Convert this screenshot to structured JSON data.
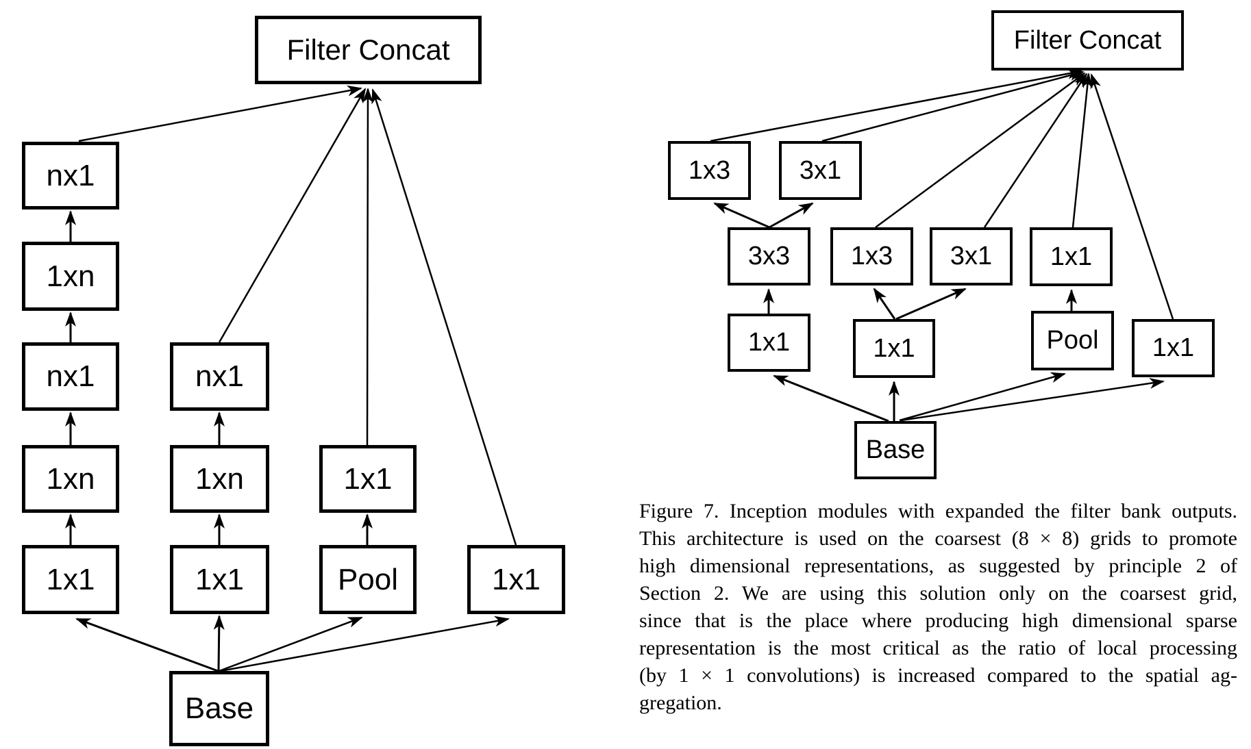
{
  "figure": {
    "left_diagram": {
      "filter_concat": "Filter Concat",
      "col1": [
        "nx1",
        "1xn",
        "nx1",
        "1xn",
        "1x1"
      ],
      "col2": [
        "nx1",
        "1xn",
        "1x1"
      ],
      "col3": [
        "1x1",
        "Pool"
      ],
      "col4": [
        "1x1"
      ],
      "base": "Base"
    },
    "right_diagram": {
      "filter_concat": "Filter Concat",
      "row_top": [
        "1x3",
        "3x1"
      ],
      "row_mid": [
        "3x3",
        "1x3",
        "3x1",
        "1x1"
      ],
      "row_lower": [
        "1x1",
        "1x1",
        "Pool",
        "1x1"
      ],
      "base": "Base"
    },
    "caption": {
      "lines": [
        "Figure 7. Inception modules with expanded the filter bank outputs.",
        "This architecture is used on the coarsest (8 × 8) grids to promote",
        "high dimensional representations, as suggested by principle 2 of",
        "Section 2. We are using this solution only on the coarsest grid,",
        "since that is the place where producing high dimensional sparse",
        "representation is the most critical as the ratio of local processing",
        "(by 1 × 1 convolutions) is increased compared to the spatial ag-",
        "gregation."
      ]
    }
  }
}
